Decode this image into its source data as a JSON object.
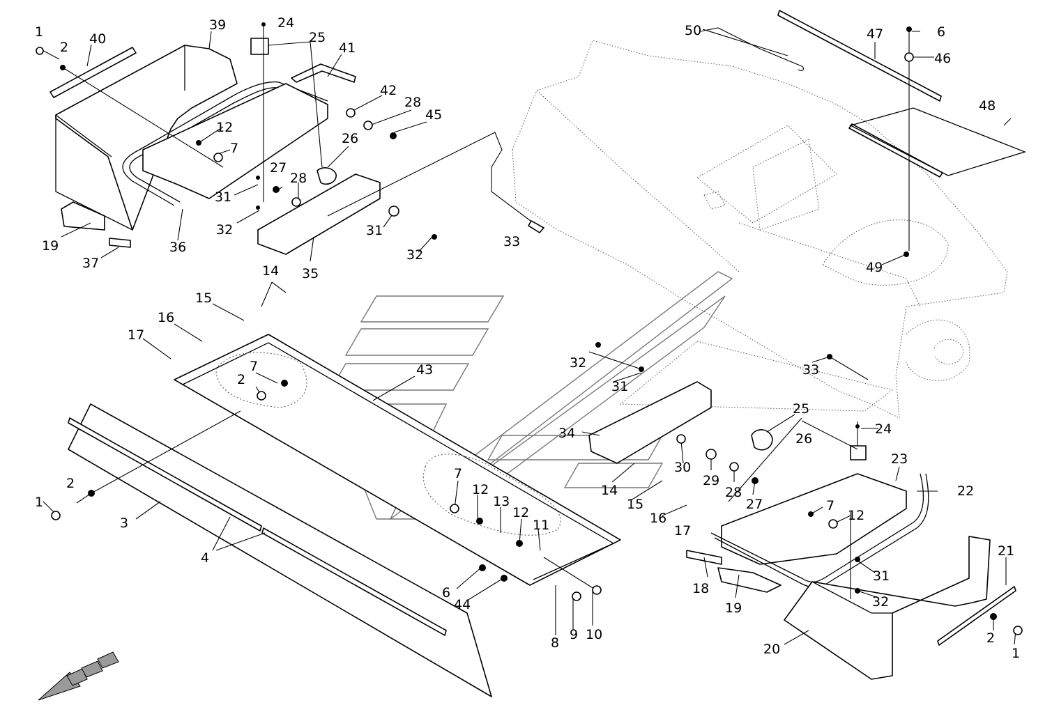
{
  "callouts": [
    {
      "id": "c1a",
      "label": "1"
    },
    {
      "id": "c2a",
      "label": "2"
    },
    {
      "id": "c40",
      "label": "40"
    },
    {
      "id": "c39",
      "label": "39"
    },
    {
      "id": "c24a",
      "label": "24"
    },
    {
      "id": "c25a",
      "label": "25"
    },
    {
      "id": "c41",
      "label": "41"
    },
    {
      "id": "c42",
      "label": "42"
    },
    {
      "id": "c28a",
      "label": "28"
    },
    {
      "id": "c45",
      "label": "45"
    },
    {
      "id": "c12a",
      "label": "12"
    },
    {
      "id": "c7a",
      "label": "7"
    },
    {
      "id": "c26a",
      "label": "26"
    },
    {
      "id": "c27a",
      "label": "27"
    },
    {
      "id": "c28b",
      "label": "28"
    },
    {
      "id": "c31a",
      "label": "31"
    },
    {
      "id": "c32a",
      "label": "32"
    },
    {
      "id": "c19a",
      "label": "19"
    },
    {
      "id": "c37",
      "label": "37"
    },
    {
      "id": "c36",
      "label": "36"
    },
    {
      "id": "c35",
      "label": "35"
    },
    {
      "id": "c31b",
      "label": "31"
    },
    {
      "id": "c32b",
      "label": "32"
    },
    {
      "id": "c33a",
      "label": "33"
    },
    {
      "id": "c50",
      "label": "50"
    },
    {
      "id": "c47",
      "label": "47"
    },
    {
      "id": "c6a",
      "label": "6"
    },
    {
      "id": "c46",
      "label": "46"
    },
    {
      "id": "c48",
      "label": "48"
    },
    {
      "id": "c49",
      "label": "49"
    },
    {
      "id": "c14a",
      "label": "14"
    },
    {
      "id": "c15a",
      "label": "15"
    },
    {
      "id": "c16a",
      "label": "16"
    },
    {
      "id": "c17a",
      "label": "17"
    },
    {
      "id": "c7b",
      "label": "7"
    },
    {
      "id": "c2b",
      "label": "2"
    },
    {
      "id": "c43",
      "label": "43"
    },
    {
      "id": "c2c",
      "label": "2"
    },
    {
      "id": "c1b",
      "label": "1"
    },
    {
      "id": "c3",
      "label": "3"
    },
    {
      "id": "c4",
      "label": "4"
    },
    {
      "id": "c7c",
      "label": "7"
    },
    {
      "id": "c12b",
      "label": "12"
    },
    {
      "id": "c13",
      "label": "13"
    },
    {
      "id": "c12c",
      "label": "12"
    },
    {
      "id": "c11",
      "label": "11"
    },
    {
      "id": "c6b",
      "label": "6"
    },
    {
      "id": "c44",
      "label": "44"
    },
    {
      "id": "c8",
      "label": "8"
    },
    {
      "id": "c9",
      "label": "9"
    },
    {
      "id": "c10",
      "label": "10"
    },
    {
      "id": "c32c",
      "label": "32"
    },
    {
      "id": "c31c",
      "label": "31"
    },
    {
      "id": "c34",
      "label": "34"
    },
    {
      "id": "c14b",
      "label": "14"
    },
    {
      "id": "c15b",
      "label": "15"
    },
    {
      "id": "c16b",
      "label": "16"
    },
    {
      "id": "c17b",
      "label": "17"
    },
    {
      "id": "c30",
      "label": "30"
    },
    {
      "id": "c29",
      "label": "29"
    },
    {
      "id": "c28c",
      "label": "28"
    },
    {
      "id": "c27b",
      "label": "27"
    },
    {
      "id": "c25b",
      "label": "25"
    },
    {
      "id": "c26b",
      "label": "26"
    },
    {
      "id": "c24b",
      "label": "24"
    },
    {
      "id": "c33b",
      "label": "33"
    },
    {
      "id": "c23",
      "label": "23"
    },
    {
      "id": "c22",
      "label": "22"
    },
    {
      "id": "c7d",
      "label": "7"
    },
    {
      "id": "c12d",
      "label": "12"
    },
    {
      "id": "c31d",
      "label": "31"
    },
    {
      "id": "c32d",
      "label": "32"
    },
    {
      "id": "c18",
      "label": "18"
    },
    {
      "id": "c19b",
      "label": "19"
    },
    {
      "id": "c20",
      "label": "20"
    },
    {
      "id": "c21",
      "label": "21"
    },
    {
      "id": "c2d",
      "label": "2"
    },
    {
      "id": "c1c",
      "label": "1"
    }
  ]
}
